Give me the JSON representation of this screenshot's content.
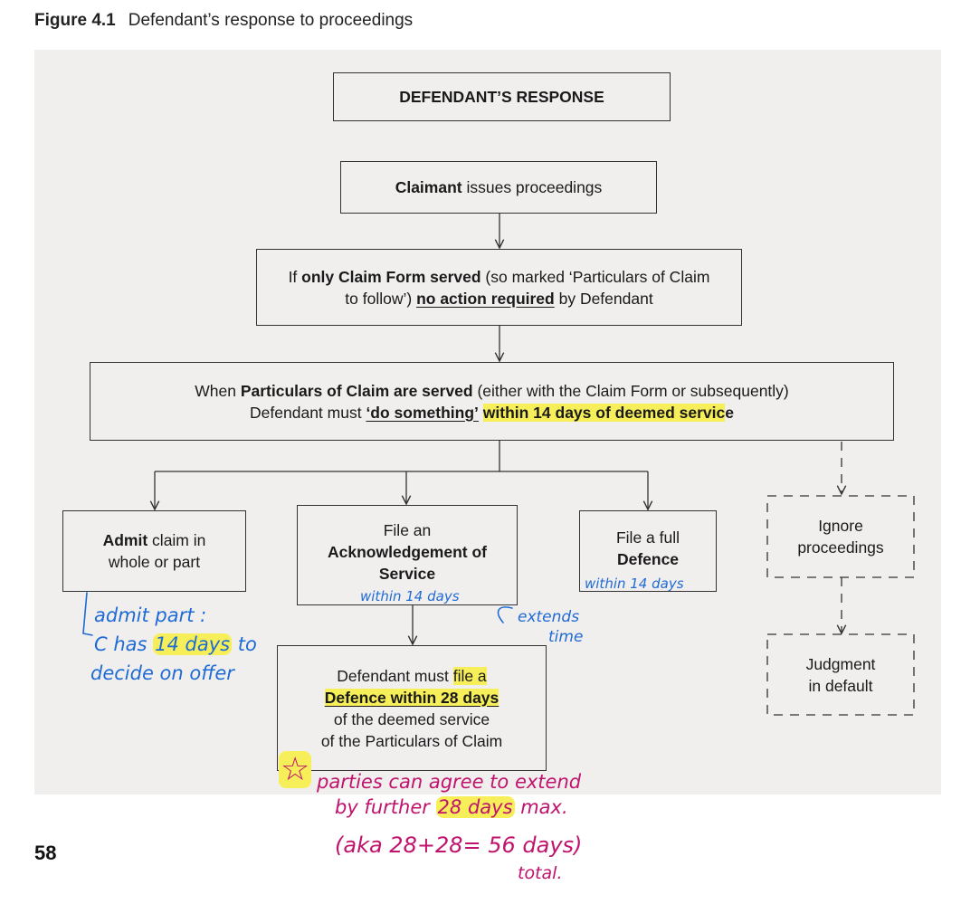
{
  "caption": {
    "number": "Figure 4.1",
    "title": "Defendant’s response to proceedings"
  },
  "boxes": {
    "response": "DEFENDANT’S RESPONSE",
    "issues": {
      "bold": "Claimant",
      "rest": " issues proceedings"
    },
    "claim_form": {
      "t1": "If ",
      "b1": "only Claim Form served",
      "t2": " (so marked ‘Particulars of Claim to follow’) ",
      "b2": "no action required",
      "t3": " by Defendant"
    },
    "particulars": {
      "t1": "When ",
      "b1": "Particulars of Claim are served",
      "t2": " (either with the Claim Form or subsequently)",
      "t3": "Defendant must ",
      "b2": "‘do something’",
      "t4": " ",
      "b3": "within 14 days of deemed servic",
      "b4": "e"
    },
    "admit": {
      "bold": "Admit",
      "rest": " claim in whole or part"
    },
    "acknowledge": {
      "line1": "File an",
      "bold": "Acknowledgement of Service"
    },
    "full_defence": {
      "line1": "File a full",
      "bold": "Defence"
    },
    "ignore": "Ignore proceedings",
    "judgment": "Judgment in default",
    "file_defence": {
      "t1": "Defendant must ",
      "hl": "file a",
      "b1": "Defence within 28 days",
      "t2": "of the deemed service",
      "t3": "of the Particulars of Claim"
    }
  },
  "annotations": {
    "ack_note": "within 14 days",
    "defence_note": "within 14 days",
    "extends": "extends",
    "extends_2": "time",
    "admit_note_1": "admit part :",
    "admit_note_2a": "C has ",
    "admit_note_2b": "14 days",
    "admit_note_2c": " to",
    "admit_note_3": "decide on offer",
    "star": "☆",
    "parties_1": "parties can agree to extend",
    "parties_2a": "by further ",
    "parties_2b": "28 days",
    "parties_2c": " max.",
    "parties_3": "(aka 28+28= 56 days)",
    "parties_4": "total."
  },
  "page_number": "58",
  "colors": {
    "panel": "#f1efee",
    "highlight": "#f6ef5a",
    "blue_ink": "#1f6bd6",
    "magenta_ink": "#c0136d"
  }
}
